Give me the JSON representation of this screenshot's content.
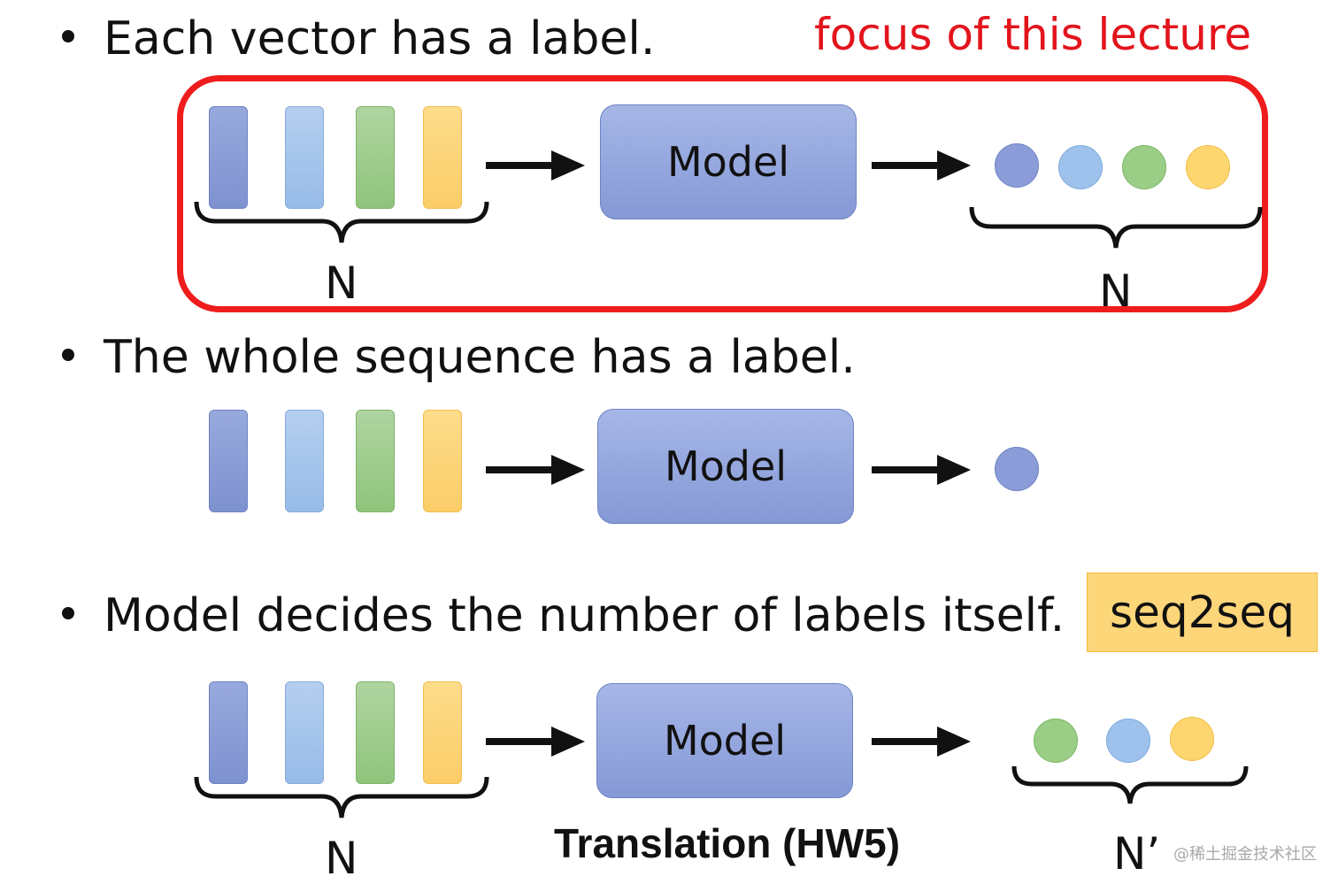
{
  "focus_note": "focus of this lecture",
  "sections": [
    {
      "bullet": "Each vector has a label.",
      "model_label": "Model",
      "input_count": "N",
      "output_count": "N"
    },
    {
      "bullet": "The whole sequence has a label.",
      "model_label": "Model"
    },
    {
      "bullet": "Model decides the number of labels itself.",
      "tag": "seq2seq",
      "model_label": "Model",
      "input_count": "N",
      "output_count": "N’",
      "caption": "Translation (HW5)"
    }
  ],
  "watermark": "@稀土掘金技术社区",
  "colors": {
    "vector_blue": "#8b9cd8",
    "vector_lightblue": "#9ec2ec",
    "vector_green": "#9acd85",
    "vector_yellow": "#fdd66f",
    "model_fill": "#94a7dd",
    "focus_red": "#ee1c1c",
    "tag_fill": "#fdd67a"
  }
}
